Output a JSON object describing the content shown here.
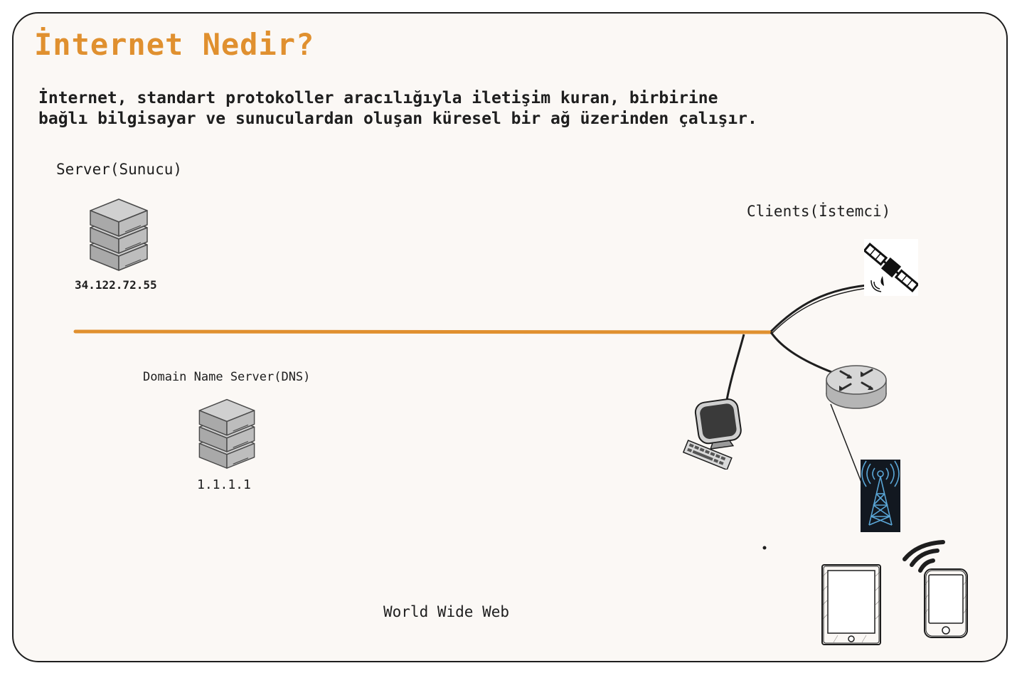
{
  "title": "İnternet Nedir?",
  "description": {
    "line1": "İnternet, standart protokoller aracılığıyla iletişim kuran, birbirine",
    "line2": "bağlı bilgisayar ve sunuculardan oluşan küresel bir ağ üzerinden çalışır."
  },
  "server": {
    "label": "Server(Sunucu)",
    "ip": "34.122.72.55",
    "icon": "server-stack-icon"
  },
  "dns": {
    "label": "Domain Name Server(DNS)",
    "ip": "1.1.1.1",
    "icon": "server-stack-icon"
  },
  "clients": {
    "label": "Clients(İstemci)",
    "devices": [
      "satellite-icon",
      "router-icon",
      "desktop-computer-icon",
      "cell-tower-icon",
      "tablet-icon",
      "smartphone-icon",
      "wifi-signal-icon"
    ]
  },
  "network": {
    "label": "World Wide Web"
  },
  "colors": {
    "accent": "#e0902f",
    "background": "#fbf8f5",
    "ink": "#1e1e1e",
    "server_gray": "#b8b8b8",
    "tower_blue": "#5aa6d6"
  }
}
